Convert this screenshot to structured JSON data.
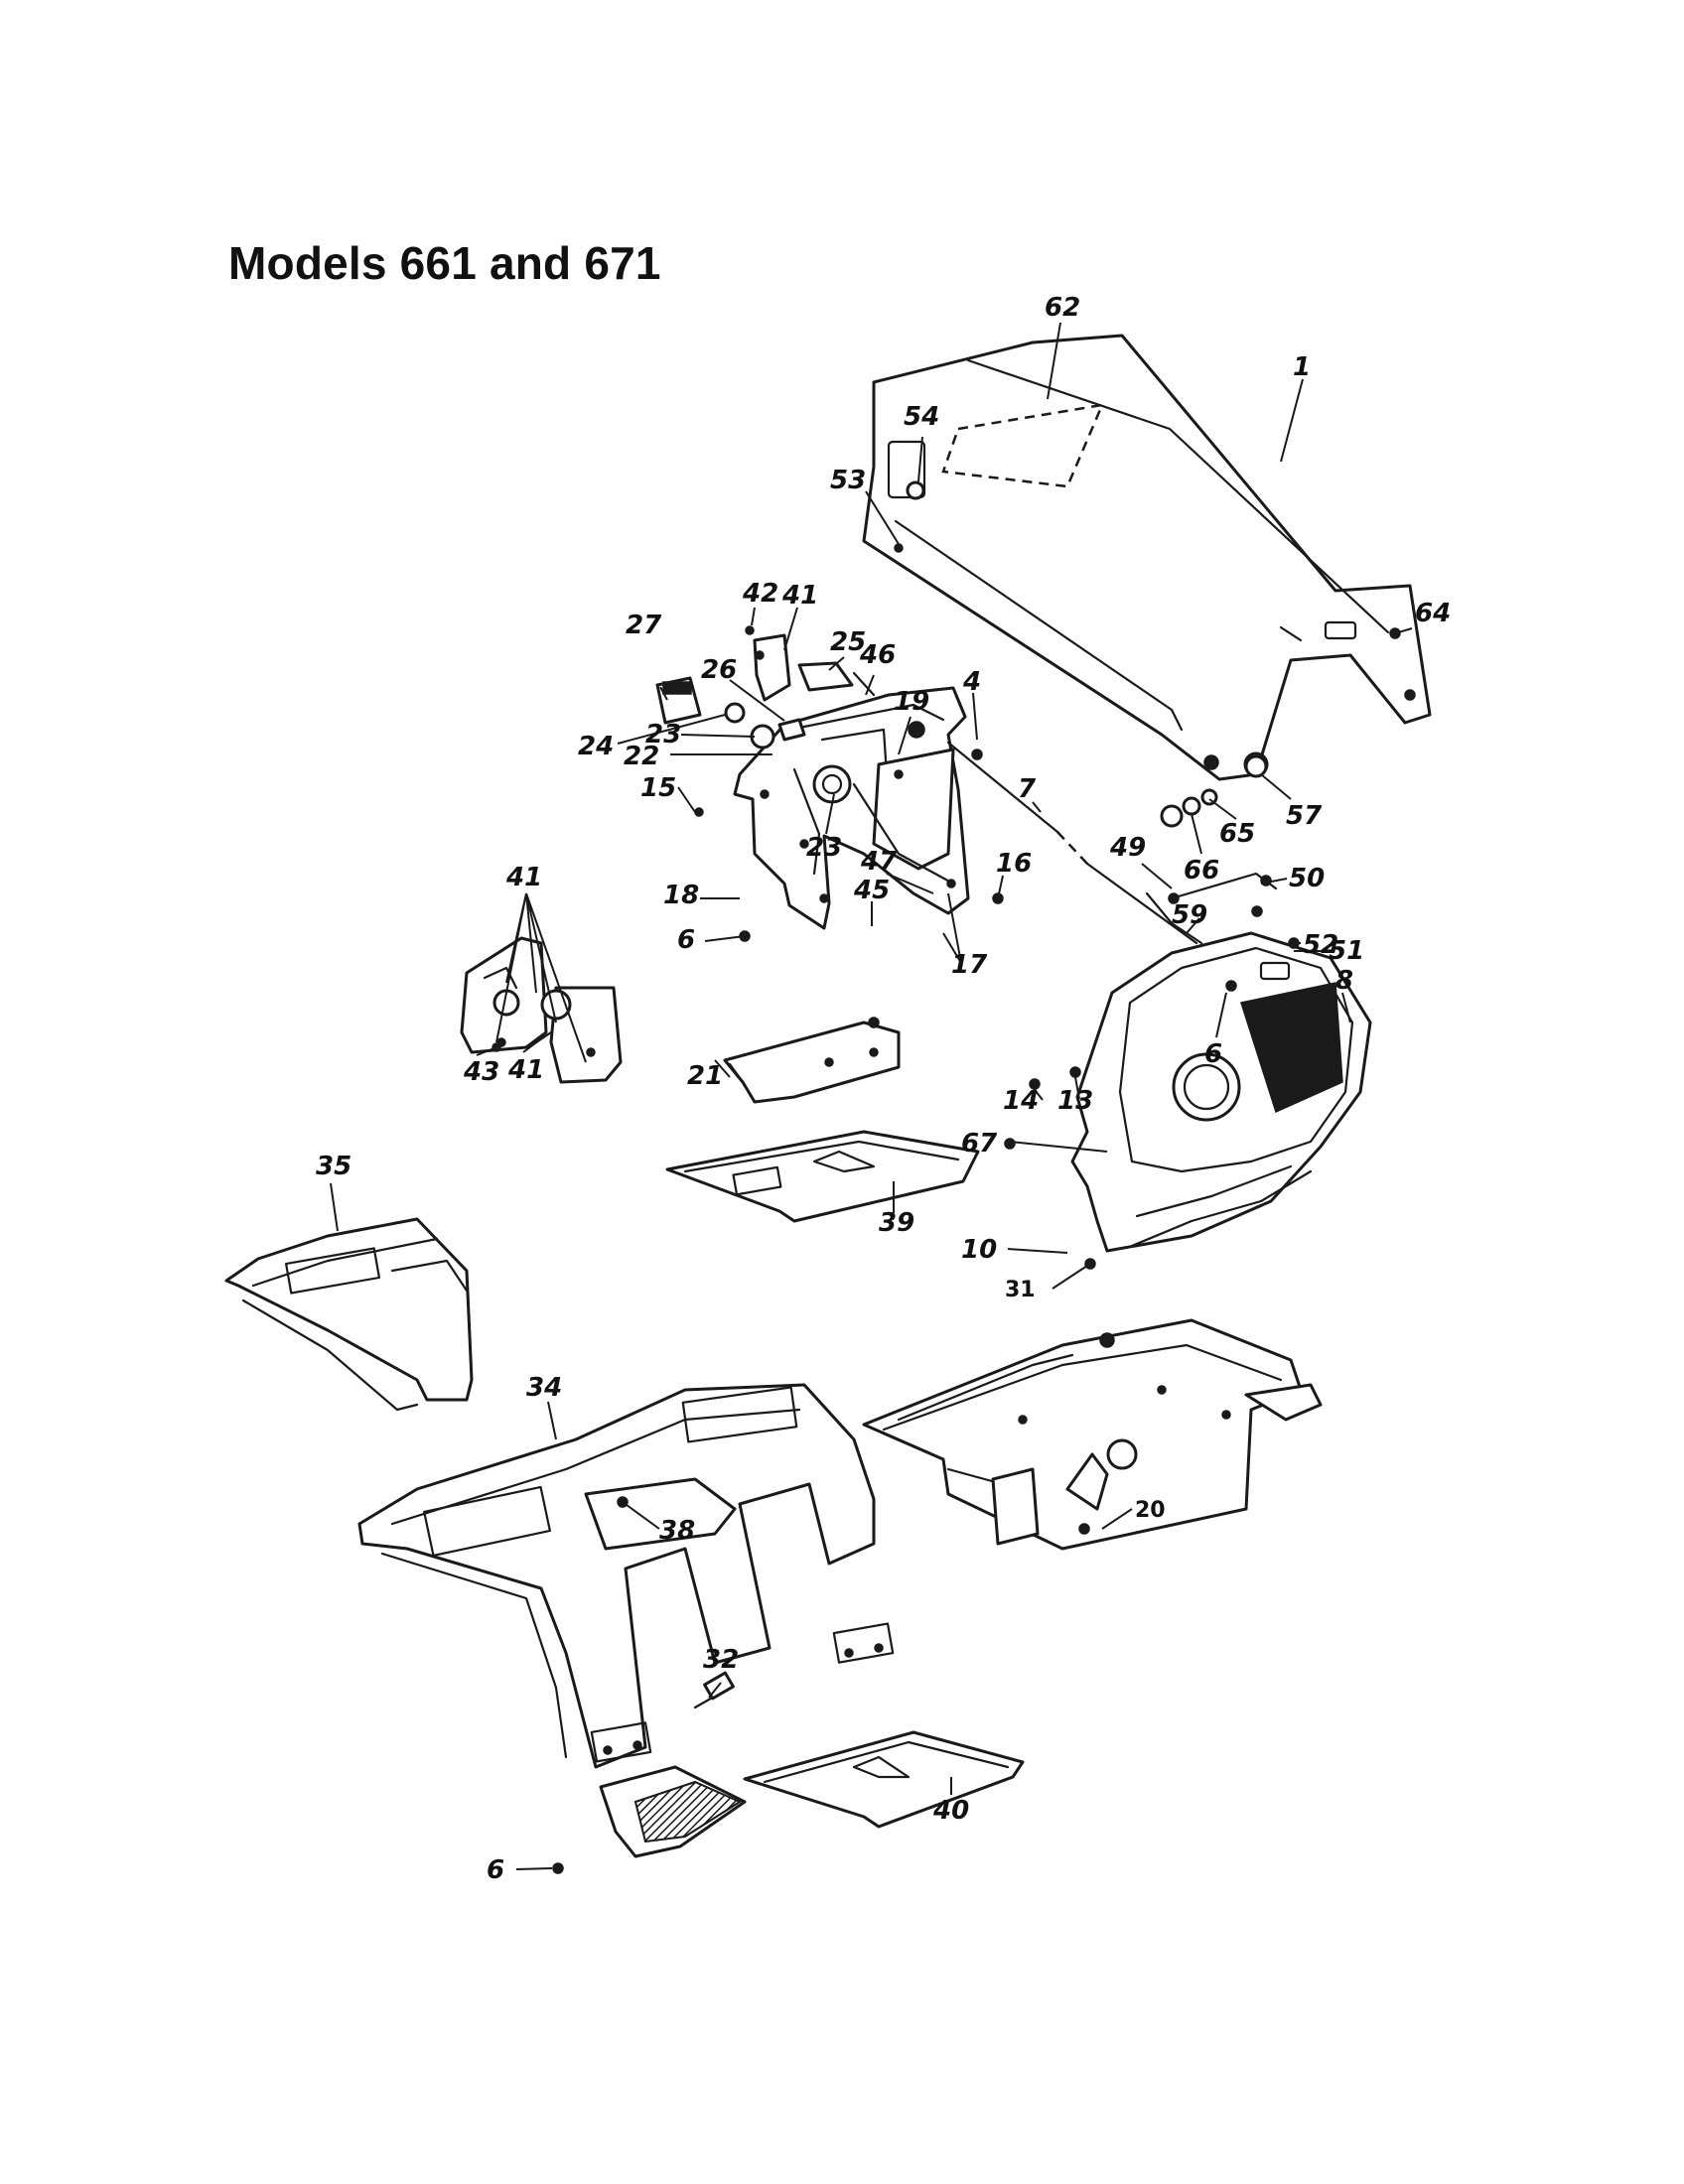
{
  "page": {
    "title": "Models 661 and 671"
  },
  "diagram": {
    "callouts": [
      {
        "id": "c62",
        "label": "62"
      },
      {
        "id": "c1",
        "label": "1"
      },
      {
        "id": "c54",
        "label": "54"
      },
      {
        "id": "c53",
        "label": "53"
      },
      {
        "id": "c64",
        "label": "64"
      },
      {
        "id": "c42",
        "label": "42"
      },
      {
        "id": "c41a",
        "label": "41"
      },
      {
        "id": "c27",
        "label": "27"
      },
      {
        "id": "c25",
        "label": "25"
      },
      {
        "id": "c46",
        "label": "46"
      },
      {
        "id": "c26",
        "label": "26"
      },
      {
        "id": "c19",
        "label": "19"
      },
      {
        "id": "c4",
        "label": "4"
      },
      {
        "id": "c24",
        "label": "24"
      },
      {
        "id": "c23a",
        "label": "23"
      },
      {
        "id": "c22",
        "label": "22"
      },
      {
        "id": "c15",
        "label": "15"
      },
      {
        "id": "c23b",
        "label": "23"
      },
      {
        "id": "c7",
        "label": "7"
      },
      {
        "id": "c47",
        "label": "47"
      },
      {
        "id": "c49",
        "label": "49"
      },
      {
        "id": "c66",
        "label": "66"
      },
      {
        "id": "c65",
        "label": "65"
      },
      {
        "id": "c57",
        "label": "57"
      },
      {
        "id": "c50",
        "label": "50"
      },
      {
        "id": "c16",
        "label": "16"
      },
      {
        "id": "c18",
        "label": "18"
      },
      {
        "id": "c45",
        "label": "45"
      },
      {
        "id": "c59",
        "label": "59"
      },
      {
        "id": "c52",
        "label": "52"
      },
      {
        "id": "c41b",
        "label": "41"
      },
      {
        "id": "c6a",
        "label": "6"
      },
      {
        "id": "c17",
        "label": "17"
      },
      {
        "id": "c51",
        "label": "51"
      },
      {
        "id": "c6b",
        "label": "6"
      },
      {
        "id": "c8",
        "label": "8"
      },
      {
        "id": "c43",
        "label": "43"
      },
      {
        "id": "c41c",
        "label": "41"
      },
      {
        "id": "c14",
        "label": "14"
      },
      {
        "id": "c13",
        "label": "13"
      },
      {
        "id": "c21",
        "label": "21"
      },
      {
        "id": "c67",
        "label": "67"
      },
      {
        "id": "c35",
        "label": "35"
      },
      {
        "id": "c39",
        "label": "39"
      },
      {
        "id": "c10",
        "label": "10"
      },
      {
        "id": "c31",
        "label": "31"
      },
      {
        "id": "c34",
        "label": "34"
      },
      {
        "id": "c38",
        "label": "38"
      },
      {
        "id": "c20",
        "label": "20"
      },
      {
        "id": "c32",
        "label": "32"
      },
      {
        "id": "c40",
        "label": "40"
      },
      {
        "id": "c6c",
        "label": "6"
      }
    ]
  }
}
